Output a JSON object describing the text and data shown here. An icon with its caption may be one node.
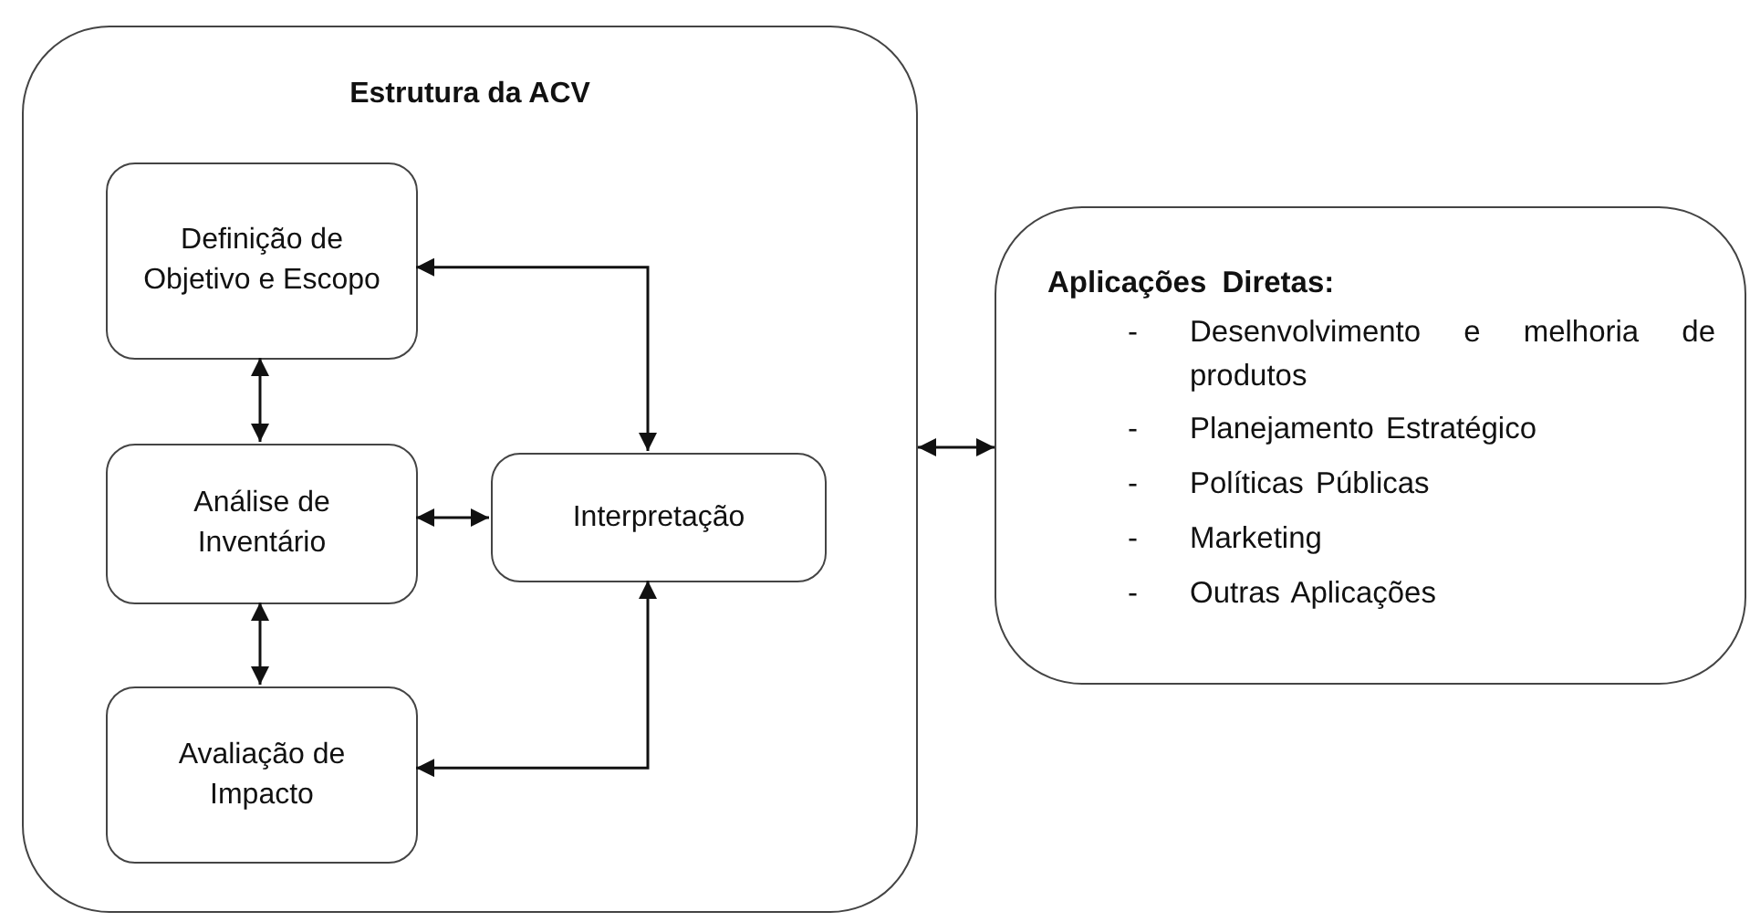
{
  "diagram": {
    "nodes": [
      {
        "text": [
          "Estrutura da ACV"
        ]
      },
      {
        "text": [
          "Definição de Objetivo e Escopo"
        ],
        "in": 0
      },
      {
        "text": [
          "Análise de Inventário"
        ],
        "in": 0
      },
      {
        "text": [
          "Avaliação de Impacto"
        ],
        "in": 0
      },
      {
        "text": [
          "Interpretação"
        ],
        "in": 0
      },
      {
        "text": [
          "Aplicações Diretas:",
          "- Desenvolvimento e melhoria de produtos",
          "- Planejamento Estratégico",
          "- Políticas Públicas",
          "- Marketing",
          "- Outras Aplicações"
        ]
      }
    ],
    "edges": [
      {
        "from": 1,
        "to": 4,
        "arrow": "both"
      },
      {
        "from": 1,
        "to": 2,
        "arrow": "both"
      },
      {
        "from": 2,
        "to": 3,
        "arrow": "both"
      },
      {
        "from": 2,
        "to": 4,
        "arrow": "both"
      },
      {
        "from": 3,
        "to": 4,
        "arrow": "both"
      },
      {
        "from": 0,
        "to": 5,
        "arrow": "both"
      }
    ]
  }
}
